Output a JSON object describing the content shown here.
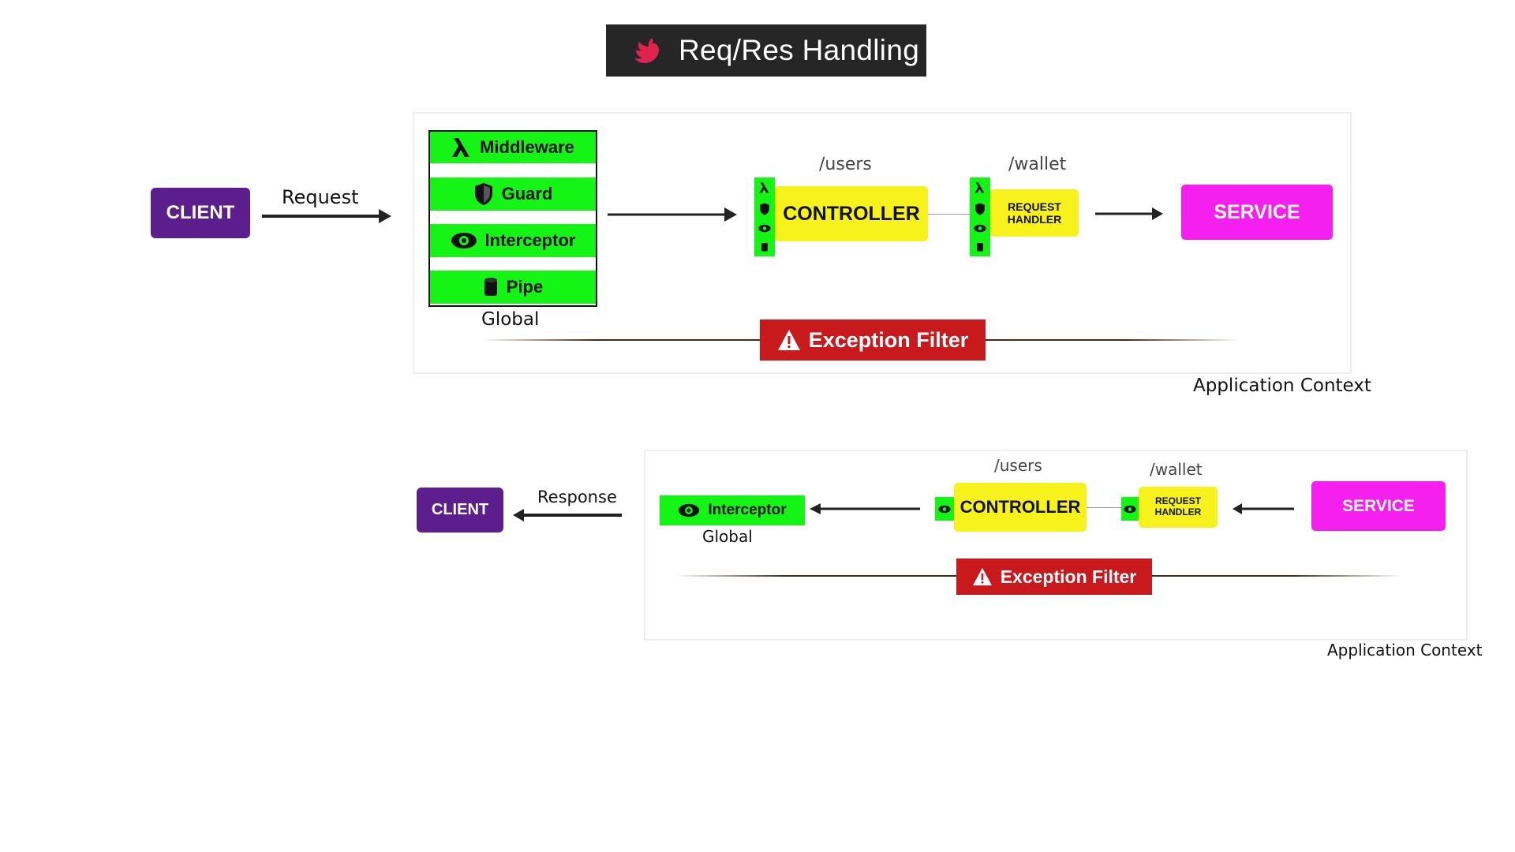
{
  "title": {
    "text": "Req/Res Handling",
    "logo_icon": "nestjs-logo-icon"
  },
  "colors": {
    "client": "#5b1e8c",
    "service": "#f51ff0",
    "controller": "#f7f21b",
    "green": "#15f515",
    "exception": "#c8191c",
    "title_bg": "#262626"
  },
  "request_flow": {
    "client_label": "CLIENT",
    "arrow_label": "Request",
    "global_stack": {
      "items": [
        "Middleware",
        "Guard",
        "Interceptor",
        "Pipe"
      ],
      "caption": "Global"
    },
    "controller_path": "/users",
    "controller_label": "CONTROLLER",
    "handler_path": "/wallet",
    "handler_line1": "REQUEST",
    "handler_line2": "HANDLER",
    "service_label": "SERVICE",
    "exception_label": "Exception Filter",
    "context_label": "Application Context"
  },
  "response_flow": {
    "client_label": "CLIENT",
    "arrow_label": "Response",
    "interceptor_label": "Interceptor",
    "global_caption": "Global",
    "controller_path": "/users",
    "controller_label": "CONTROLLER",
    "handler_path": "/wallet",
    "handler_line1": "REQUEST",
    "handler_line2": "HANDLER",
    "service_label": "SERVICE",
    "exception_label": "Exception Filter",
    "context_label": "Application Context"
  }
}
